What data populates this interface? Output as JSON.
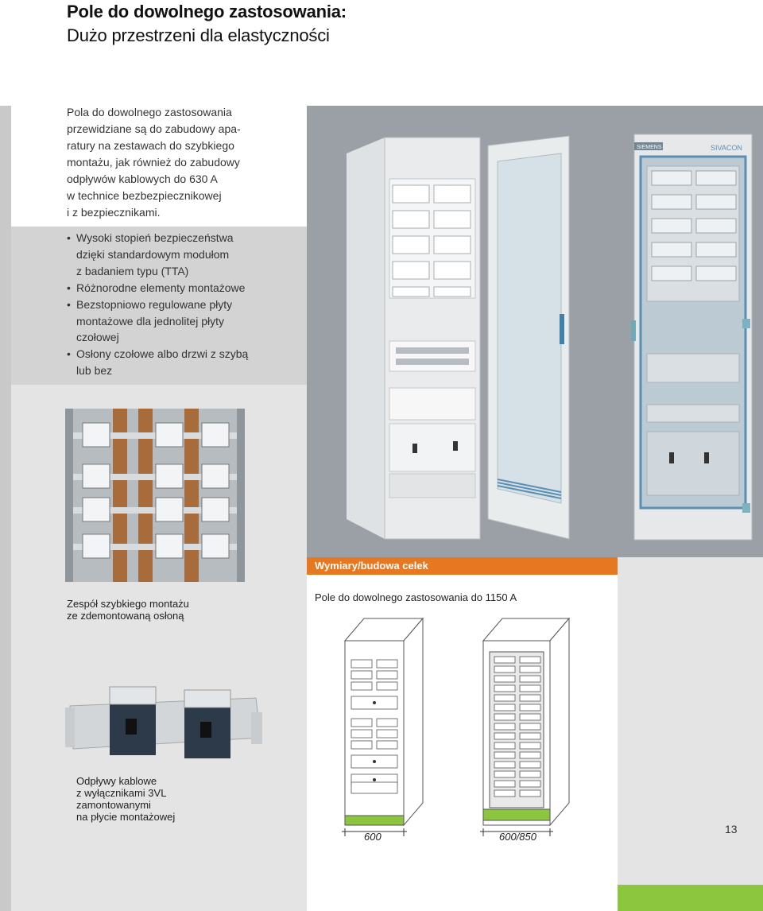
{
  "header": {
    "title": "Pole do dowolnego zastosowania:",
    "subtitle": "Dużo przestrzeni dla elastyczności"
  },
  "intro": {
    "lines": [
      "Pola do dowolnego zastosowania",
      "przewidziane są do zabudowy apa-",
      "ratury na zestawach do szybkiego",
      "montażu, jak również do zabudowy",
      "odpływów kablowych do 630 A",
      "w technice bezbezpiecznikowej",
      "i z bezpiecznikami."
    ]
  },
  "bullets": {
    "lines": [
      "Wysoki stopień bezpieczeństwa",
      "dzięki standardowym modułom",
      "z badaniem typu (TTA)",
      "Różnorodne elementy montażowe",
      "Bezstopniowo regulowane płyty",
      "montażowe dla jednolitej płyty",
      "czołowej",
      "Osłony czołowe albo drzwi z szybą",
      "lub bez"
    ]
  },
  "captions": {
    "assembly": [
      "Zespół szybkiego montażu",
      "ze zdemontowaną osłoną"
    ],
    "outlets": [
      "Odpływy kablowe",
      "z wyłącznikami 3VL",
      "zamontowanymi",
      "na płycie montażowej"
    ]
  },
  "dimensions": {
    "heading": "Wymiary/budowa celek",
    "title": "Pole do dowolnego zastosowania do 1150 A",
    "width_left": "600",
    "width_right": "600/850"
  },
  "photo": {
    "brand_left": "SIEMENS",
    "brand_right": "SIVACON"
  },
  "page_number": "13",
  "colors": {
    "accent_orange": "#e87722",
    "accent_green": "#8cc63f",
    "panel_grey": "#9aa0a6",
    "text_grey": "#333333"
  }
}
